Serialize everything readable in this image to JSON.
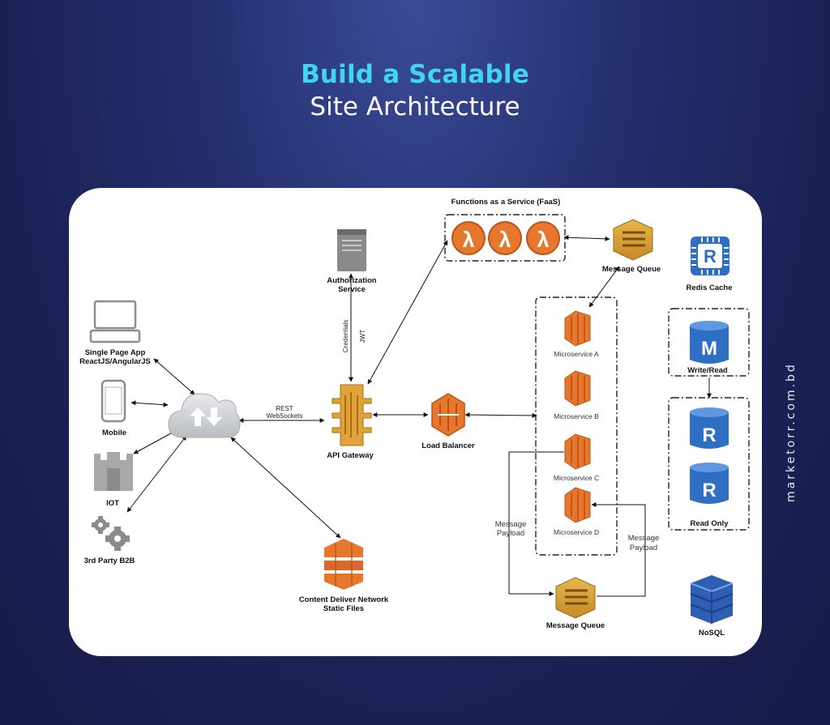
{
  "header": {
    "title_line1": "Build a Scalable",
    "title_line2": "Site Architecture"
  },
  "side_text": "marketorr.com.bd",
  "diagram": {
    "faas_label": "Functions as a Service (FaaS)",
    "auth_label_1": "Authorization",
    "auth_label_2": "Service",
    "credentials_label": "Credentials",
    "jwt_label": "JWT",
    "spa_label_1": "Single Page App",
    "spa_label_2": "ReactJS/AngularJS",
    "mobile_label": "Mobile",
    "iot_label": "IOT",
    "b2b_label": "3rd Party B2B",
    "rest_label": "REST",
    "websockets_label": "WebSockets",
    "api_gateway_label": "API Gateway",
    "load_balancer_label": "Load Balancer",
    "cdn_label_1": "Content Deliver Network",
    "cdn_label_2": "Static Files",
    "mq_top_label": "Message Queue",
    "mq_bottom_label": "Message Queue",
    "microservices": [
      "Microservice A",
      "Microservice B",
      "Microservice C",
      "Microservice D"
    ],
    "payload_left_1": "Message",
    "payload_left_2": "Payload",
    "payload_right_1": "Message",
    "payload_right_2": "Payload",
    "redis_label": "Redis Cache",
    "write_read_label": "Write/Read",
    "read_only_label": "Read Only",
    "nosql_label": "NoSQL",
    "lambda_glyph": "λ",
    "redis_letter": "R",
    "master_letter": "M",
    "replica_letter": "R"
  },
  "colors": {
    "accent_title": "#3fd6ee",
    "aws_orange": "#e8772e",
    "aws_gold": "#d9a33a",
    "aws_blue": "#2e6fc4"
  }
}
